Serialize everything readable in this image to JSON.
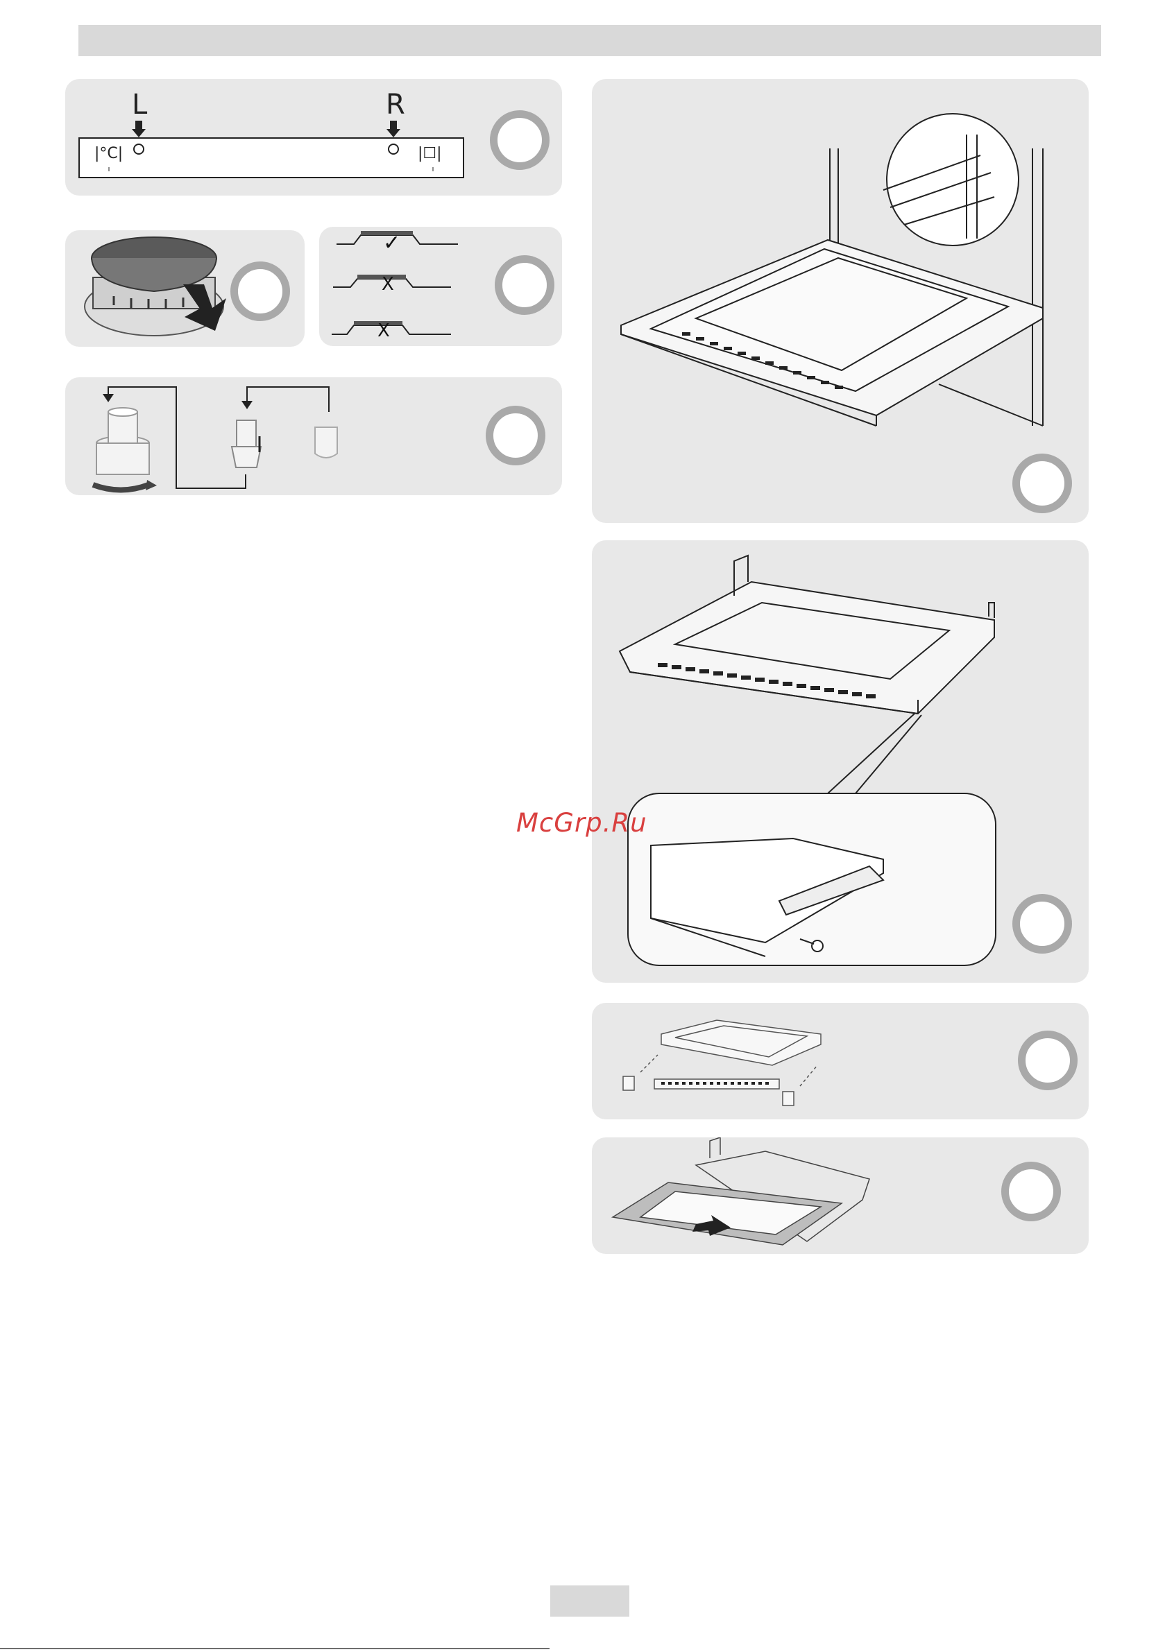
{
  "panels": {
    "control_panel": {
      "left_label": "L",
      "right_label": "R",
      "left_symbol": "|°C|",
      "right_symbol": "|☐|"
    },
    "burner_placement": {
      "correct_mark": "✓",
      "wrong_mark": "X"
    }
  },
  "watermark": "McGrp.Ru"
}
